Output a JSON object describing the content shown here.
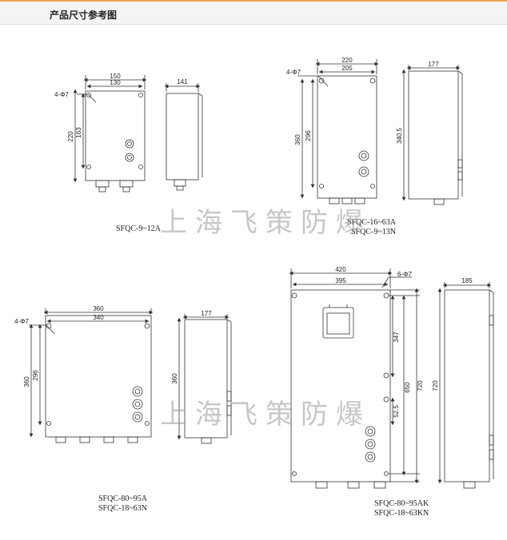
{
  "header": {
    "title": "产品尺寸参考图"
  },
  "watermark": "上海飞策防爆",
  "colors": {
    "accent": "#f0a04b",
    "line": "#333333"
  },
  "groups": [
    {
      "models": [
        "SFQC-9~12A"
      ],
      "dims": {
        "w_outer": "150",
        "w_inner": "130",
        "h_outer": "220",
        "h_inner": "163",
        "hole": "4-Φ7",
        "depth": "141"
      }
    },
    {
      "models": [
        "SFQC-16~63A",
        "SFQC-9~13N"
      ],
      "dims": {
        "w_outer": "220",
        "w_inner": "205",
        "h_outer": "360",
        "h_inner": "296",
        "hole": "4-Φ7",
        "depth": "177",
        "side_h": "340.5"
      }
    },
    {
      "models": [
        "SFQC-80~95A",
        "SFQC-18~63N"
      ],
      "dims": {
        "w_outer": "360",
        "w_inner": "340",
        "h_outer": "360",
        "h_inner": "296",
        "hole": "4-Φ7",
        "depth": "177",
        "side_h": "360"
      }
    },
    {
      "models": [
        "SFQC-80~95AK",
        "SFQC-18~63KN"
      ],
      "dims": {
        "w_outer": "420",
        "w_inner": "395",
        "hole": "6-Φ7",
        "depth": "185",
        "d1": "347",
        "d2": "650",
        "d3": "52.5",
        "h_outer": "720",
        "side_h": "720"
      }
    }
  ]
}
